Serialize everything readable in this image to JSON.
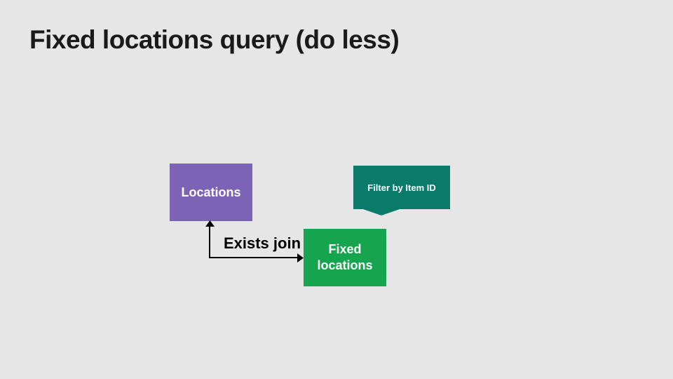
{
  "slide": {
    "title": "Fixed locations query (do less)",
    "background_color": "#e6e6e6",
    "title_color": "#1a1a1a"
  },
  "diagram": {
    "locations_box": {
      "label": "Locations",
      "color": "#7d63b5",
      "text_color": "#ffffff"
    },
    "filter_callout": {
      "label": "Filter by Item ID",
      "color": "#0a7a6a",
      "text_color": "#ffffff",
      "shape": "rectangular-callout-down-pointer"
    },
    "fixed_locations_box": {
      "label": "Fixed locations",
      "color": "#16a54e",
      "text_color": "#ffffff"
    },
    "connector": {
      "label": "Exists join",
      "color": "#000000",
      "style": "elbow, double-headed: up into Locations, right into Fixed locations"
    }
  }
}
